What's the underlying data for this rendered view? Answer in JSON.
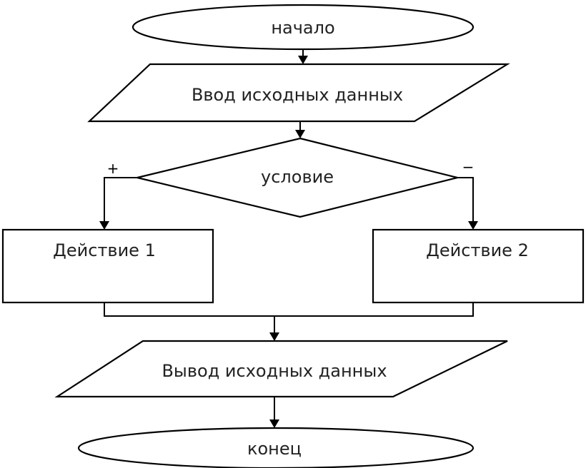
{
  "nodes": {
    "start": "начало",
    "input": "Ввод исходных данных",
    "condition": "условие",
    "action1": "Действие 1",
    "action2": "Действие 2",
    "output": "Вывод исходных данных",
    "end": "конец"
  },
  "branches": {
    "yes": "+",
    "no": "−"
  }
}
